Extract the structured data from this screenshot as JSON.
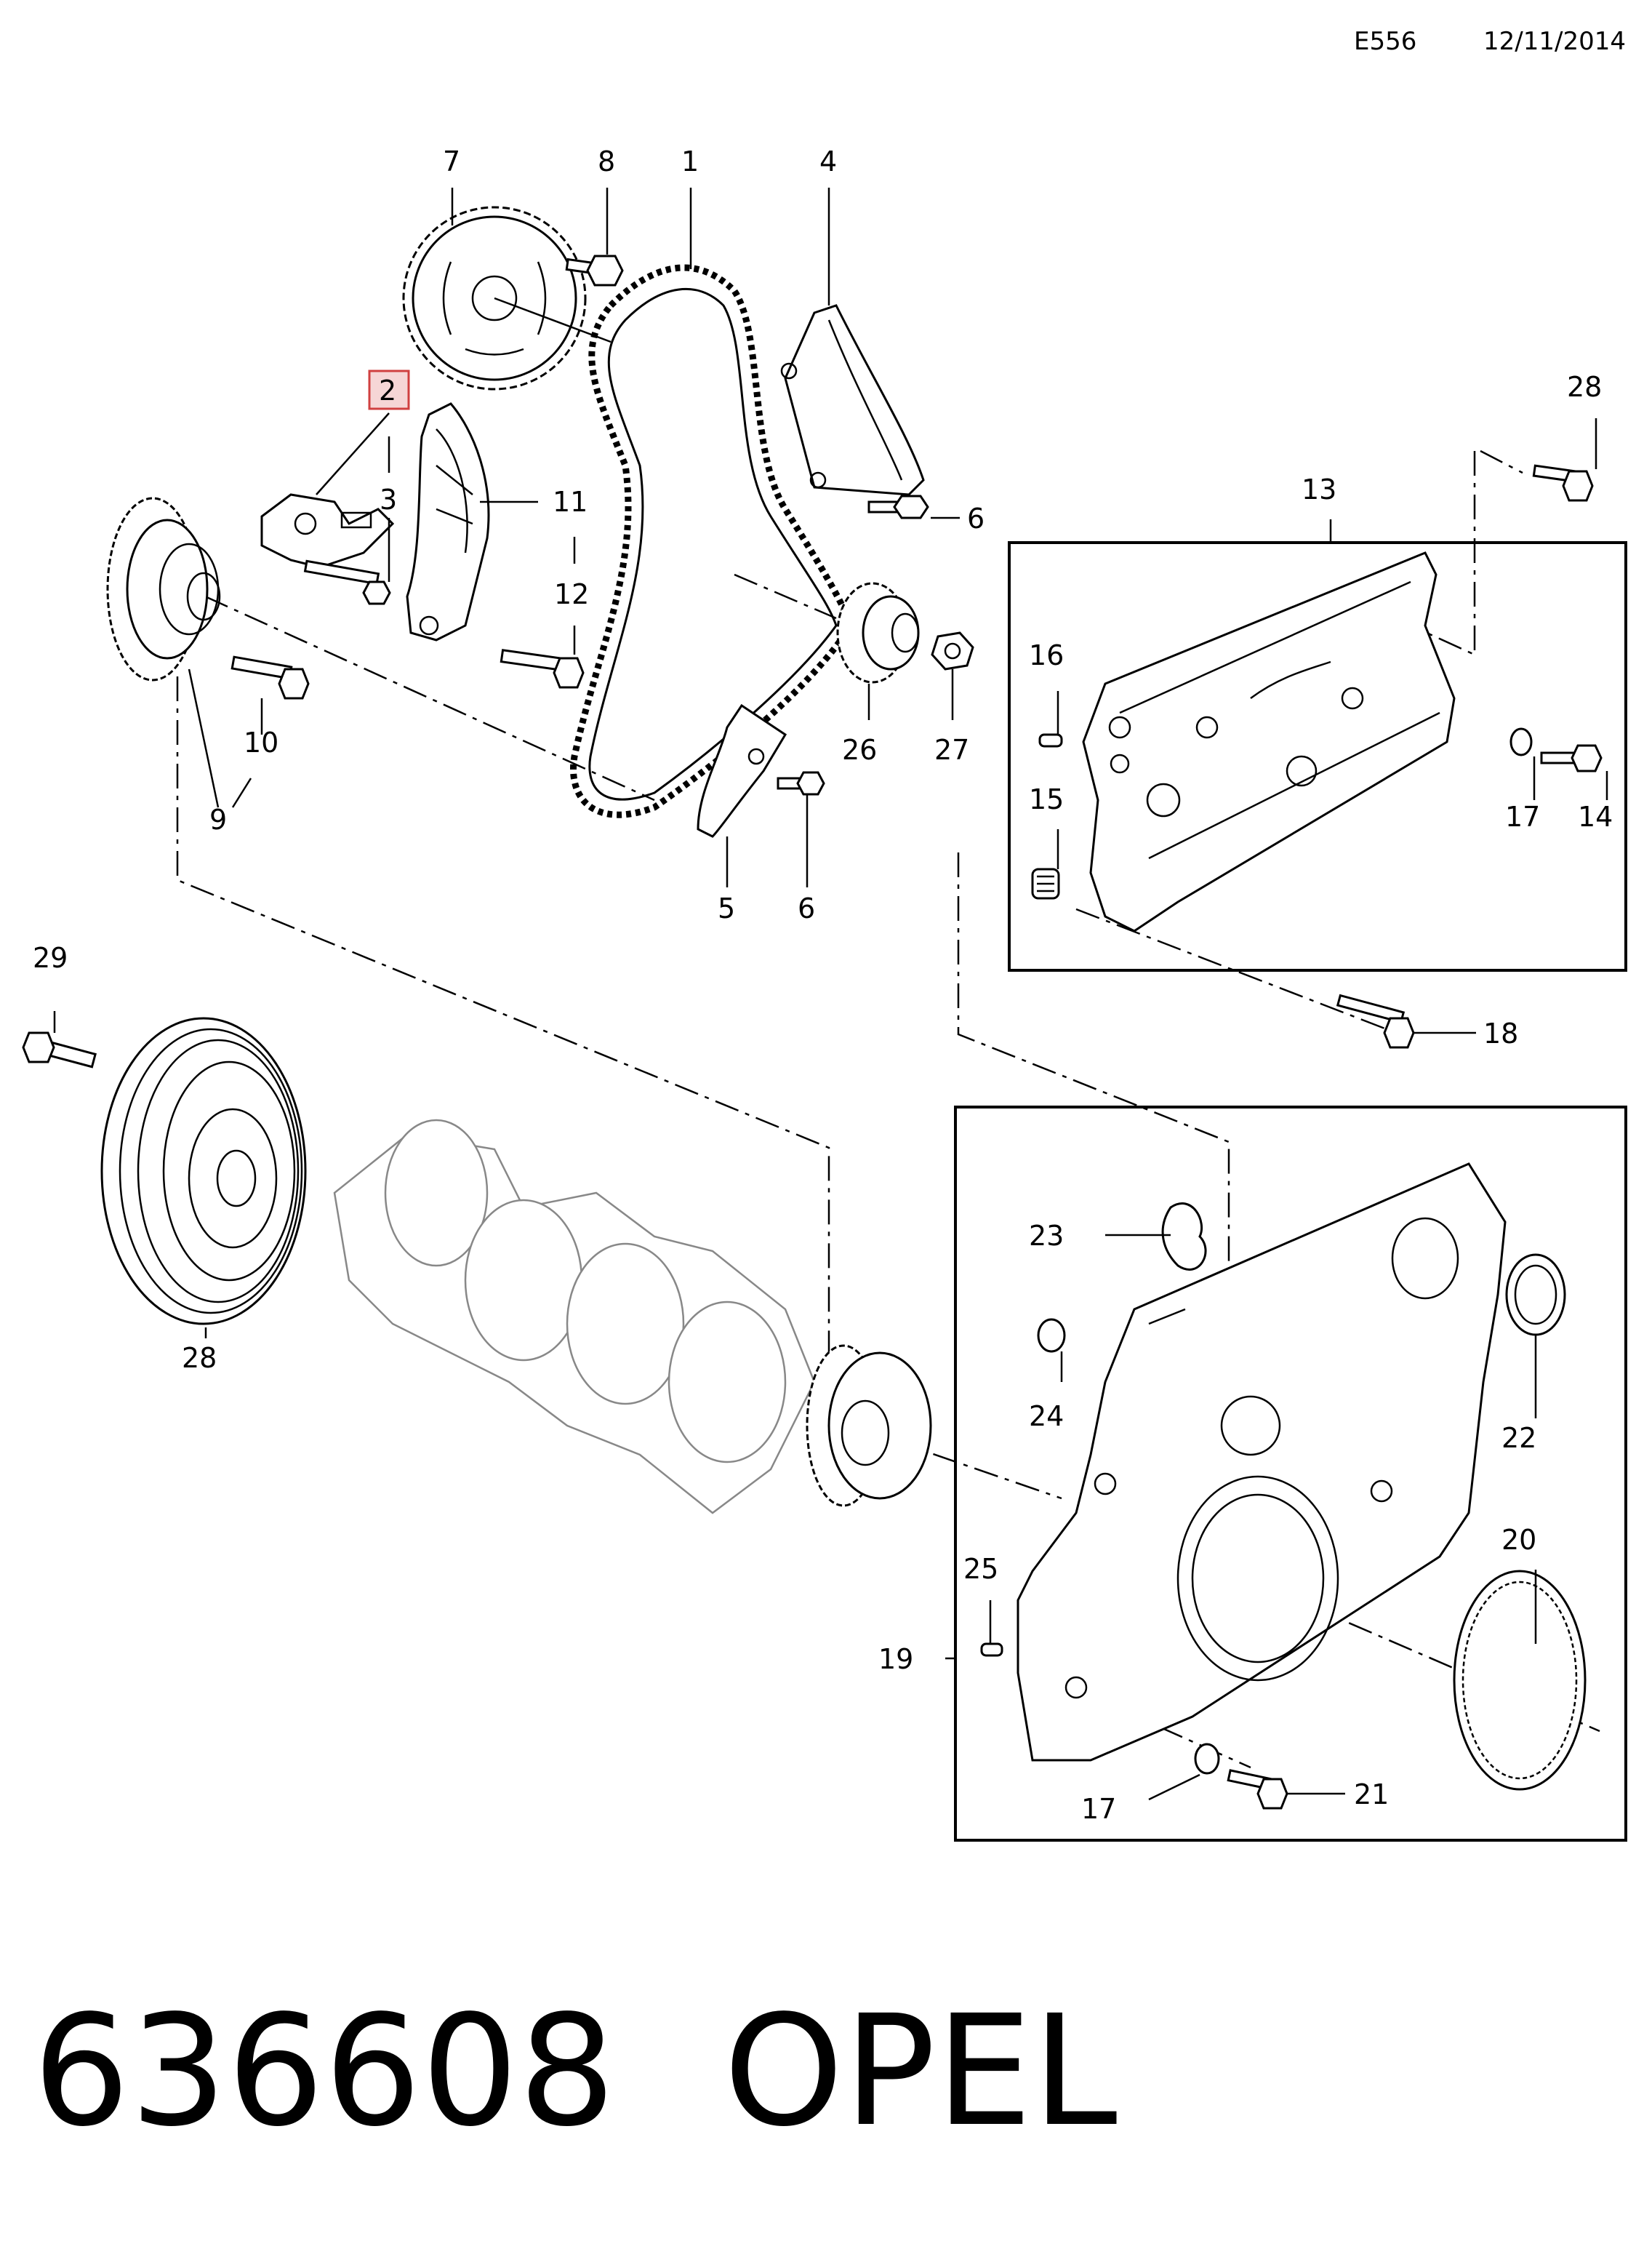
{
  "header": {
    "code": "E556",
    "date": "12/11/2014"
  },
  "footer": {
    "part_number": "636608",
    "brand": "OPEL"
  },
  "callouts": {
    "c1": "1",
    "c2": "2",
    "c3": "3",
    "c4": "4",
    "c5": "5",
    "c6a": "6",
    "c6b": "6",
    "c7": "7",
    "c8": "8",
    "c9": "9",
    "c10": "10",
    "c11": "11",
    "c12": "12",
    "c13": "13",
    "c14": "14",
    "c15": "15",
    "c16": "16",
    "c17a": "17",
    "c17b": "17",
    "c18": "18",
    "c19": "19",
    "c20": "20",
    "c21": "21",
    "c22": "22",
    "c23": "23",
    "c24": "24",
    "c25": "25",
    "c26": "26",
    "c27": "27",
    "c28a": "28",
    "c28b": "28",
    "c29": "29"
  },
  "highlight": {
    "callout": "2",
    "color": "#d04040"
  }
}
